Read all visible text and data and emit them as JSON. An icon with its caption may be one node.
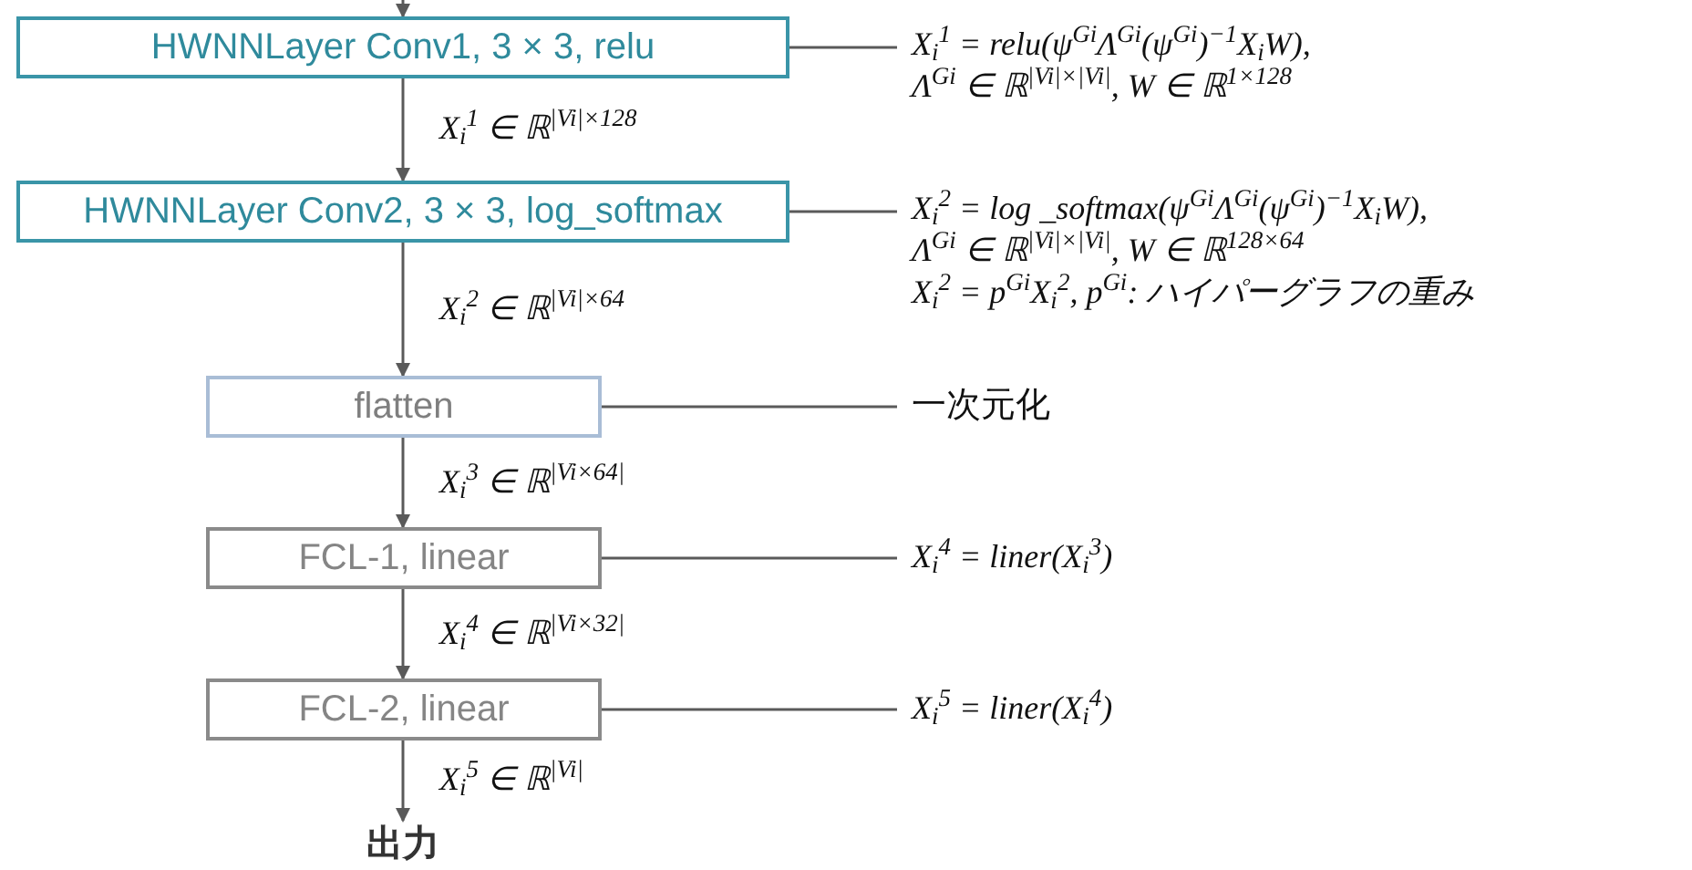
{
  "diagram": {
    "nodes": [
      {
        "text": [
          "HWNNLayer Conv1, 3 × 3, relu"
        ]
      },
      {
        "text": [
          "HWNNLayer Conv2, 3 × 3, log_softmax"
        ]
      },
      {
        "text": [
          "flatten"
        ]
      },
      {
        "text": [
          "FCL-1, linear"
        ]
      },
      {
        "text": [
          "FCL-2, linear"
        ]
      },
      {
        "text": [
          "出力"
        ]
      },
      {
        "text": [
          "X$_{i}$$^{1}$ = relu(ψ$^{Gi}$Λ$^{Gi}$(ψ$^{Gi}$)$^{−1}$X$_{i}$W),",
          "Λ$^{Gi}$ ∈ ℝ$^{|Vi|×|Vi|}$, W ∈ ℝ$^{1×128}$"
        ]
      },
      {
        "text": [
          "X$_{i}$$^{2}$ = log _softmax(ψ$^{Gi}$Λ$^{Gi}$(ψ$^{Gi}$)$^{−1}$X$_{i}$W),",
          "Λ$^{Gi}$ ∈ ℝ$^{|Vi|×|Vi|}$, W ∈ ℝ$^{128×64}$",
          "X$_{i}$$^{2}$ = p$^{Gi}$X$_{i}$$^{2}$, p$^{Gi}$: ハイパーグラフの重み"
        ]
      },
      {
        "text": [
          "一次元化"
        ]
      },
      {
        "text": [
          "X$_{i}$$^{4}$ = liner(X$_{i}$$^{3}$)"
        ]
      },
      {
        "text": [
          "X$_{i}$$^{5}$ = liner(X$_{i}$$^{4}$)"
        ]
      }
    ],
    "edges": [
      {
        "from": null,
        "to": 0,
        "arrow": "to"
      },
      {
        "from": 0,
        "to": 1,
        "arrow": "to",
        "label": "X$_{i}$$^{1}$ ∈ ℝ$^{|Vi|×128}$"
      },
      {
        "from": 1,
        "to": 2,
        "arrow": "to",
        "label": "X$_{i}$$^{2}$ ∈ ℝ$^{|Vi|×64}$"
      },
      {
        "from": 2,
        "to": 3,
        "arrow": "to",
        "label": "X$_{i}$$^{3}$ ∈ ℝ$^{|Vi×64|}$"
      },
      {
        "from": 3,
        "to": 4,
        "arrow": "to",
        "label": "X$_{i}$$^{4}$ ∈ ℝ$^{|Vi×32|}$"
      },
      {
        "from": 4,
        "to": 5,
        "arrow": "to",
        "label": "X$_{i}$$^{5}$ ∈ ℝ$^{|Vi|}$"
      },
      {
        "from": 0,
        "to": 6,
        "arrow": "none"
      },
      {
        "from": 1,
        "to": 7,
        "arrow": "none"
      },
      {
        "from": 2,
        "to": 8,
        "arrow": "none"
      },
      {
        "from": 3,
        "to": 9,
        "arrow": "none"
      },
      {
        "from": 4,
        "to": 10,
        "arrow": "none"
      }
    ]
  }
}
